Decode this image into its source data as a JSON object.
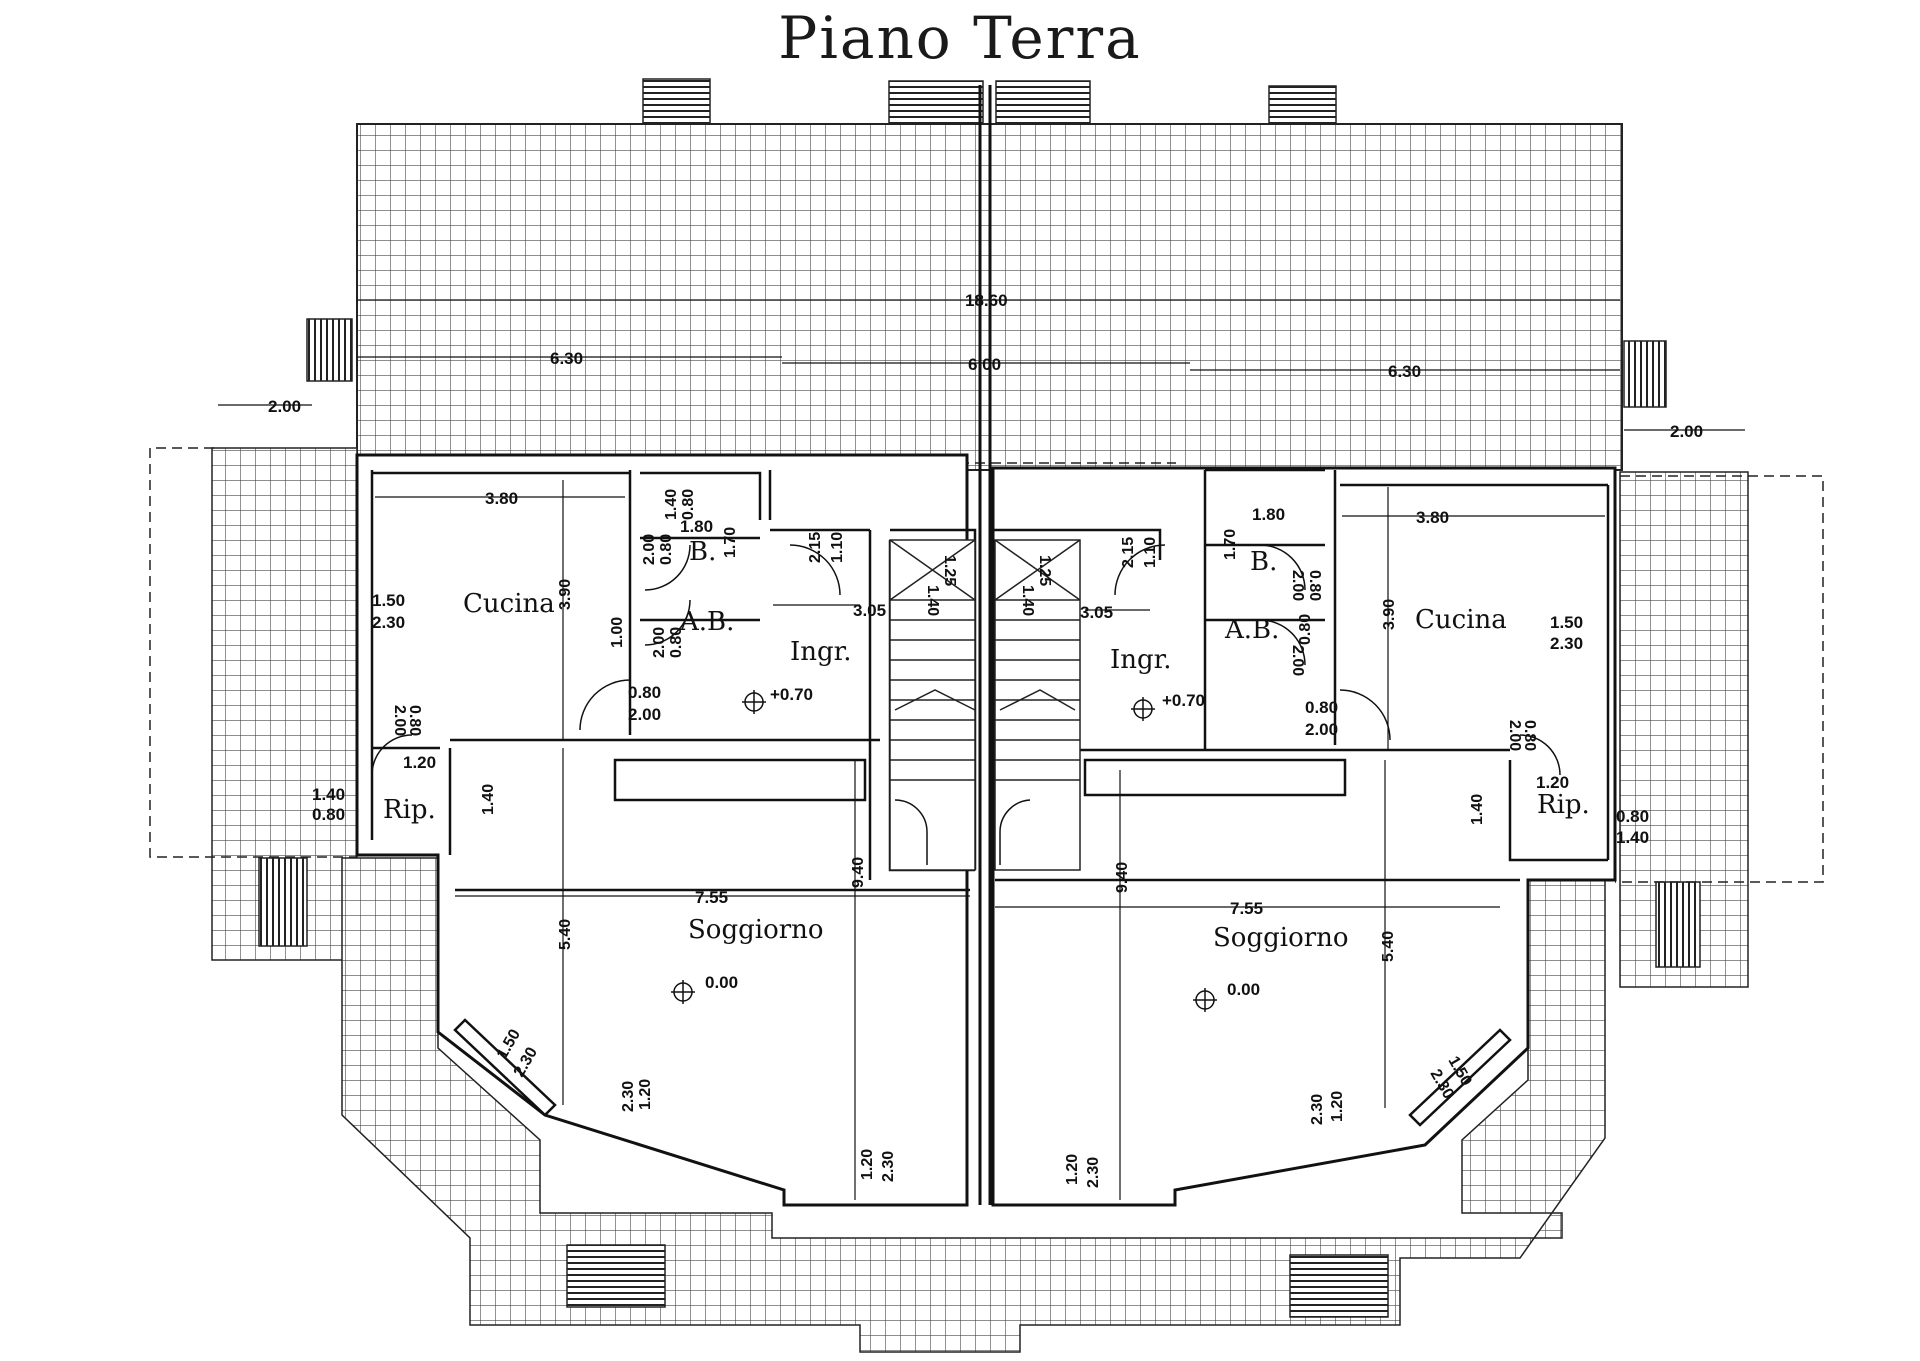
{
  "title": "Piano Terra",
  "rooms": {
    "left": {
      "kitchen": "Cucina",
      "bath": "B.",
      "antibath": "A.B.",
      "entrance": "Ingr.",
      "storage": "Rip.",
      "living": "Soggiorno"
    },
    "right": {
      "kitchen": "Cucina",
      "bath": "B.",
      "antibath": "A.B.",
      "entrance": "Ingr.",
      "storage": "Rip.",
      "living": "Soggiorno"
    }
  },
  "levels": {
    "left_entrance": "+0.70",
    "right_entrance": "+0.70",
    "left_living": "0.00",
    "right_living": "0.00"
  },
  "dimensions": {
    "total_width": "18.60",
    "left_wing": "6.30",
    "center": "6.00",
    "right_wing": "6.30",
    "left_porch": "2.00",
    "right_porch": "2.00",
    "kitchen_width_left": "3.80",
    "kitchen_width_right": "3.80",
    "kitchen_depth_left": "3.90",
    "kitchen_depth_right": "3.90",
    "bath_width_left": "1.80",
    "bath_width_right": "1.80",
    "bath_depth_left": "1.70",
    "bath_depth_right": "1.70",
    "entrance_width_left": "3.05",
    "entrance_width_right": "3.05",
    "living_width_left": "7.55",
    "living_width_right": "7.55",
    "living_depth_left": "5.40",
    "living_depth_right": "5.40",
    "depth_total_left": "9.40",
    "depth_total_right": "9.40",
    "corridor_left": "1.40",
    "corridor_right": "1.40",
    "antibath_depth_left": "1.00",
    "storage_left": "1.20",
    "storage_right": "1.20",
    "stair_a": "1.40",
    "stair_b": "1.25"
  },
  "openings": {
    "window_kitchen_left": [
      "1.50",
      "2.30"
    ],
    "window_kitchen_right": [
      "1.50",
      "2.30"
    ],
    "door_kitchen_left": [
      "0.80",
      "2.00"
    ],
    "door_kitchen_right": [
      "0.80",
      "2.00"
    ],
    "door_storage_left": [
      "0.80",
      "2.00"
    ],
    "door_storage_right": [
      "0.80",
      "2.00"
    ],
    "window_storage_left": [
      "0.80",
      "1.40"
    ],
    "window_storage_right": [
      "0.80",
      "1.40"
    ],
    "door_bath_left": [
      "0.80",
      "2.00"
    ],
    "door_bath_right": [
      "0.80",
      "2.00"
    ],
    "door_antibath_left": [
      "0.80",
      "2.00"
    ],
    "door_antibath_right": [
      "0.80",
      "2.00"
    ],
    "window_bath_left": [
      "0.80",
      "1.40"
    ],
    "window_entrance_left": [
      "1.10",
      "2.15"
    ],
    "window_entrance_right": [
      "1.10",
      "2.15"
    ],
    "window_bay_left": [
      "1.50",
      "2.30"
    ],
    "window_bay_right": [
      "1.50",
      "2.30"
    ],
    "window_living_left_a": [
      "1.20",
      "2.30"
    ],
    "window_living_left_b": [
      "1.20",
      "2.30"
    ],
    "window_living_right_a": [
      "1.20",
      "2.30"
    ],
    "window_living_right_b": [
      "1.20",
      "2.30"
    ]
  }
}
